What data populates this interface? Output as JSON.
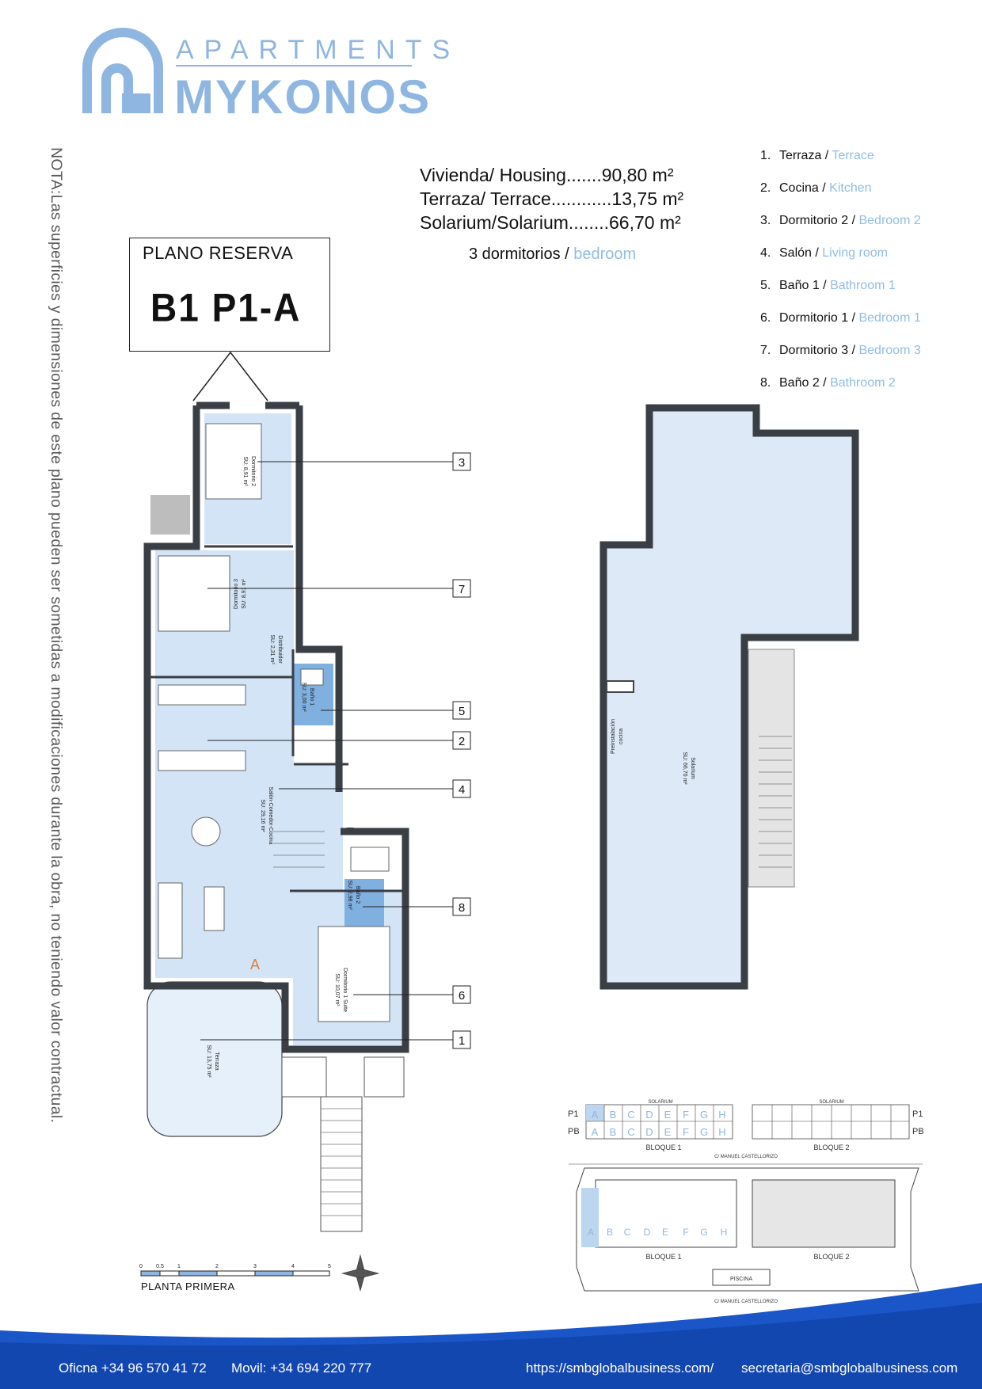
{
  "brand": {
    "line1": "APARTMENTS",
    "line2": "MYKONOS"
  },
  "note": "NOTA:Las superficies y dimensiones de este plano pueden ser sometidas a modificaciones durante la obra, no teniendo valor contractual.",
  "areas": [
    "Vivienda/ Housing.......90,80 m²",
    "Terraza/ Terrace............13,75 m²",
    "Solarium/Solarium........66,70 m²"
  ],
  "bedrooms": {
    "es": "3 dormitorios /",
    "en": "bedroom"
  },
  "legend": [
    {
      "num": "1.",
      "es": "Terraza /",
      "en": "Terrace"
    },
    {
      "num": "2.",
      "es": "Cocina /",
      "en": "Kitchen"
    },
    {
      "num": "3.",
      "es": "Dormitorio 2 /",
      "en": "Bedroom 2"
    },
    {
      "num": "4.",
      "es": "Salón /",
      "en": "Living room"
    },
    {
      "num": "5.",
      "es": "Baño 1 /",
      "en": "Bathroom 1"
    },
    {
      "num": "6.",
      "es": "Dormitorio 1 /",
      "en": "Bedroom 1"
    },
    {
      "num": "7.",
      "es": "Dormitorio 3 /",
      "en": "Bedroom 3"
    },
    {
      "num": "8.",
      "es": "Baño 2 /",
      "en": "Bathroom 2"
    }
  ],
  "reserve": {
    "title": "PLANO RESERVA",
    "code": "B1 P1-A"
  },
  "plan": {
    "rooms": {
      "dorm2": [
        "Dormitorio 2",
        "SU: 8,91 m²"
      ],
      "dorm3": [
        "Dormitorio 3",
        "SU: 8,91 m²"
      ],
      "distrib": [
        "Distribuidor",
        "SU: 2,31 m²"
      ],
      "bano1": [
        "Baño 1",
        "SU: 3,00 m²"
      ],
      "salon": [
        "Salón-Comedor-Cocina",
        "SU: 29,16 m²"
      ],
      "bano2": [
        "Baño 2",
        "SU: 2,98 m²"
      ],
      "dorm1": [
        "Dormitorio 1 Suite",
        "SU: 10,07 m²"
      ],
      "terraza": [
        "Terraza",
        "SU: 13,75 m²"
      ],
      "solarium": [
        "Solarium",
        "SU: 66,70 m²"
      ],
      "preinst": [
        "Preinstalación",
        "cocina"
      ]
    },
    "letter": "A",
    "callouts": [
      "3",
      "7",
      "5",
      "2",
      "4",
      "8",
      "6",
      "1"
    ]
  },
  "scale": {
    "ticks": [
      "0",
      "0.5",
      "1",
      "2",
      "3",
      "4",
      "5"
    ],
    "label": "PLANTA PRIMERA"
  },
  "key": {
    "rows": [
      "P1",
      "PB"
    ],
    "letters": [
      "A",
      "B",
      "C",
      "D",
      "E",
      "F",
      "G",
      "H"
    ],
    "solarium": "SOLARIUM",
    "bloque1": "BLOQUE 1",
    "bloque2": "BLOQUE 2",
    "street": "C/ MANUEL CASTELLORIZO",
    "pool": "PISCINA"
  },
  "footer": {
    "office": "Oficna +34 96 570 41 72",
    "mobile": "Movil: +34 694 220 777",
    "web": "https://smbglobalbusiness.com/",
    "email": "secretaria@smbglobalbusiness.com"
  },
  "colors": {
    "brand": "#8fb6e0",
    "room": "#d3e4f6",
    "wall": "#3a3f46",
    "footer": "#1a56c8"
  }
}
